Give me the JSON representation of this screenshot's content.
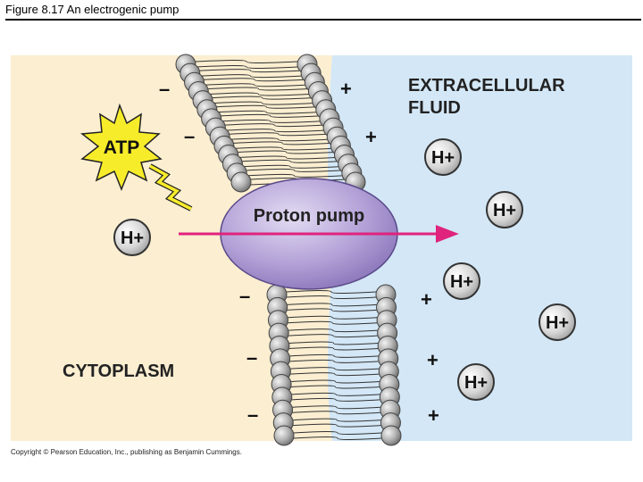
{
  "figure": {
    "title": "Figure 8.17  An electrogenic pump",
    "copyright": "Copyright © Pearson Education, Inc., publishing as Benjamin Cummings."
  },
  "labels": {
    "extracellular_line1": "EXTRACELLULAR",
    "extracellular_line2": "FLUID",
    "cytoplasm": "CYTOPLASM",
    "pump": "Proton pump",
    "atp": "ATP",
    "proton": "H+",
    "plus": "+",
    "minus": "–"
  },
  "colors": {
    "cytoplasm_bg": "#fbeed1",
    "extracellular_bg": "#d3e7f6",
    "pump_fill": "#b7a6d9",
    "arrow": "#e0237d",
    "atp_burst": "#f7ec2a",
    "phospholipid_head": "#b4b4b4"
  }
}
